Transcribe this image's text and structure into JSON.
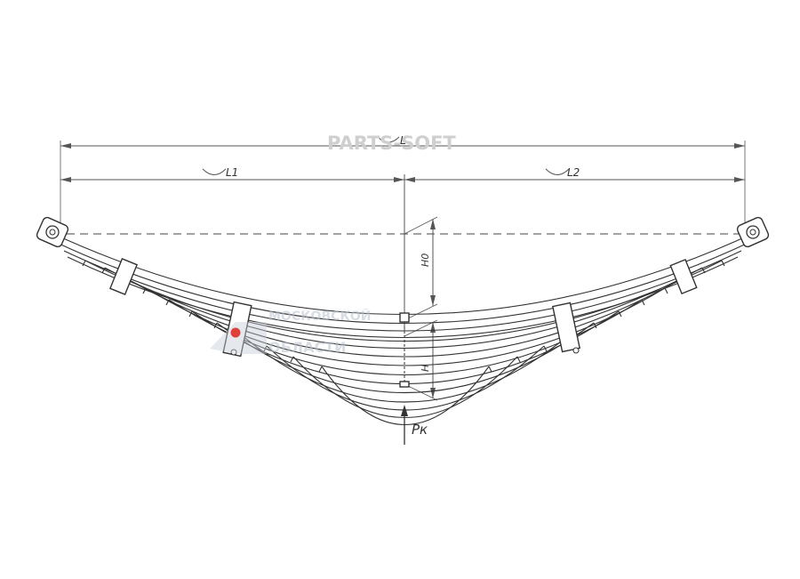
{
  "watermark": {
    "brand": "PARTS-SOFT",
    "stamp_line1": "МОСКОВСКОЙ",
    "stamp_line2": "ОБЛАСТИ"
  },
  "dimensions": {
    "total_length": "L",
    "left_length": "L1",
    "right_length": "L2",
    "free_height": "H0",
    "height": "H",
    "load": "Pк"
  },
  "colors": {
    "stroke": "#333333",
    "dimension": "#555555",
    "watermark": "#cfcfcf",
    "stamp_dot": "#e0403a"
  }
}
